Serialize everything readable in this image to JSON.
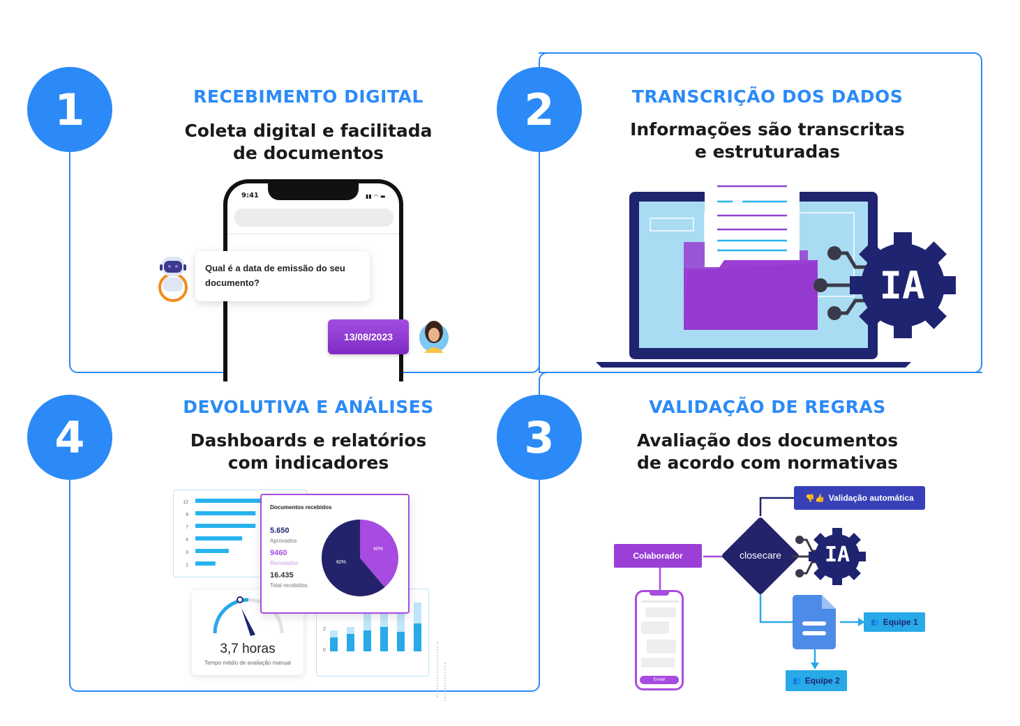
{
  "steps": [
    {
      "number": "1",
      "title": "RECEBIMENTO DIGITAL",
      "subtitle_l1": "Coleta digital e facilitada",
      "subtitle_l2": "de documentos"
    },
    {
      "number": "2",
      "title": "TRANSCRIÇÃO DOS DADOS",
      "subtitle_l1": "Informações são transcritas",
      "subtitle_l2": "e estruturadas"
    },
    {
      "number": "3",
      "title": "VALIDAÇÃO DE REGRAS",
      "subtitle_l1": "Avaliação dos documentos",
      "subtitle_l2": "de acordo com normativas"
    },
    {
      "number": "4",
      "title": "DEVOLUTIVA E ANÁLISES",
      "subtitle_l1": "Dashboards e relatórios",
      "subtitle_l2": "com indicadores"
    }
  ],
  "phone": {
    "time": "9:41",
    "bot_question": "Qual é a data de emissão do seu documento?",
    "user_answer": "13/08/2023"
  },
  "transcription": {
    "ai_label": "IA"
  },
  "dashboard": {
    "hbar_ticks": [
      "12",
      "9",
      "7",
      "4",
      "3",
      "1"
    ],
    "hbar_values": [
      12,
      9,
      9,
      7,
      5,
      3
    ],
    "card_title": "Documentos recebidos",
    "approved_value": "5.650",
    "approved_label": "Aprovados",
    "refused_value": "9460",
    "refused_label": "Recusados",
    "total_value": "16.435",
    "total_label": "Total recebidos",
    "pie_big_label": "60%",
    "pie_small_label": "40%",
    "gauge_value": "3,7 horas",
    "gauge_label": "Tempo médio de avaliação manual",
    "vbar_ticks": [
      "2",
      "0"
    ]
  },
  "validation": {
    "auto_label": "Validação automática",
    "collab_label": "Colaborador",
    "brand": "closecare",
    "ai_label": "IA",
    "team1": "Equipe 1",
    "team2": "Equipe 2",
    "send_label": "Enviar"
  },
  "colors": {
    "accent": "#2b8af7",
    "purple": "#9b3fd6",
    "navy": "#23236b"
  }
}
